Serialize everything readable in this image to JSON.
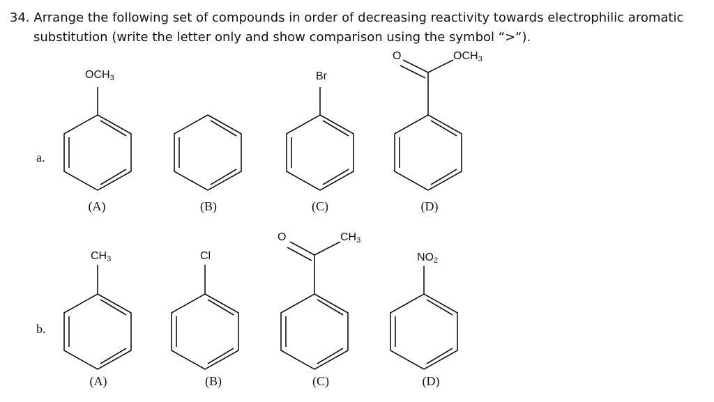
{
  "question": {
    "number": "34.",
    "line1": "Arrange the following set of compounds in order of decreasing reactivity towards electrophilic aromatic",
    "line2": "substitution (write the letter only and show comparison using the symbol “>“)."
  },
  "row_a": {
    "label": "a.",
    "compounds": [
      {
        "caption": "(A)",
        "substituent": "OCH",
        "sub_digit": "3"
      },
      {
        "caption": "(B)",
        "substituent": "",
        "sub_digit": ""
      },
      {
        "caption": "(C)",
        "substituent": "Br",
        "sub_digit": ""
      },
      {
        "caption": "(D)",
        "carbonyl_O": "O",
        "substituent": "OCH",
        "sub_digit": "3"
      }
    ]
  },
  "row_b": {
    "label": "b.",
    "compounds": [
      {
        "caption": "(A)",
        "substituent": "CH",
        "sub_digit": "3"
      },
      {
        "caption": "(B)",
        "substituent": "Cl",
        "sub_digit": ""
      },
      {
        "caption": "(C)",
        "carbonyl_O": "O",
        "substituent": "CH",
        "sub_digit": "3"
      },
      {
        "caption": "(D)",
        "substituent": "NO",
        "sub_digit": "2"
      }
    ]
  }
}
